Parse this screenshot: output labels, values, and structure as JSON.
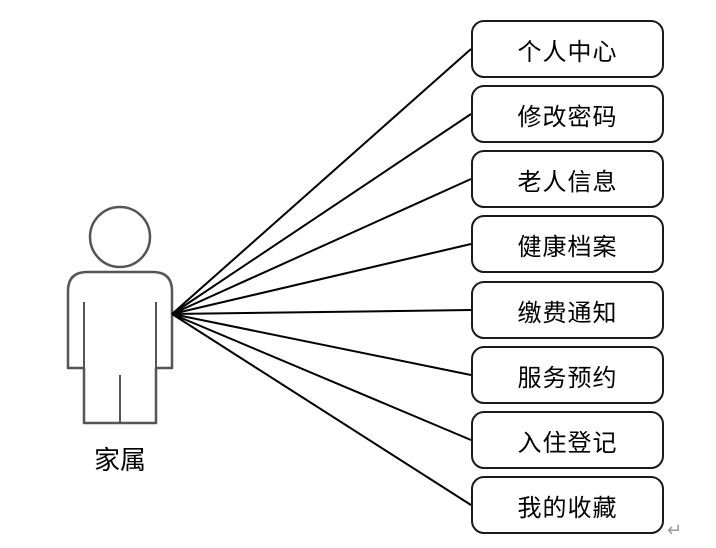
{
  "actor": {
    "label": "家属",
    "icon": "person-icon"
  },
  "use_cases": [
    {
      "label": "个人中心"
    },
    {
      "label": "修改密码"
    },
    {
      "label": "老人信息"
    },
    {
      "label": "健康档案"
    },
    {
      "label": "缴费通知"
    },
    {
      "label": "服务预约"
    },
    {
      "label": "入住登记"
    },
    {
      "label": "我的收藏"
    }
  ],
  "paragraph_mark": "↵",
  "colors": {
    "line": "#000000",
    "actor_stroke": "#555555",
    "box_border": "#1a1a1a"
  }
}
